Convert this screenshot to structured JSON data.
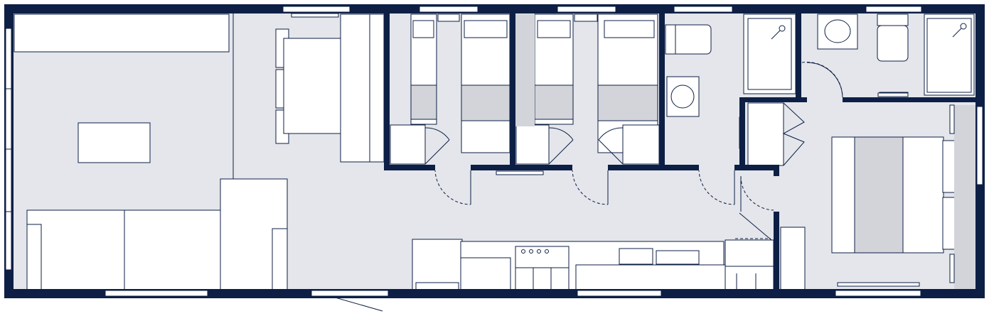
{
  "diagram": {
    "kind": "floor-plan",
    "colors": {
      "wall": "#0d1f45",
      "floor": "#e4e6eb",
      "furniture": "#ffffff",
      "stroke": "#0d1f45",
      "accent": "#d2d4da",
      "background": "#ffffff"
    },
    "rooms": [
      {
        "name": "living-dining-kitchen"
      },
      {
        "name": "twin-bedroom-1"
      },
      {
        "name": "twin-bedroom-2"
      },
      {
        "name": "shower-room"
      },
      {
        "name": "en-suite-shower-room"
      },
      {
        "name": "master-bedroom"
      },
      {
        "name": "hallway"
      }
    ],
    "icons": [
      "shower-icon",
      "basin-icon",
      "toilet-icon",
      "hob-icon",
      "sink-icon",
      "door-swing-icon"
    ]
  }
}
